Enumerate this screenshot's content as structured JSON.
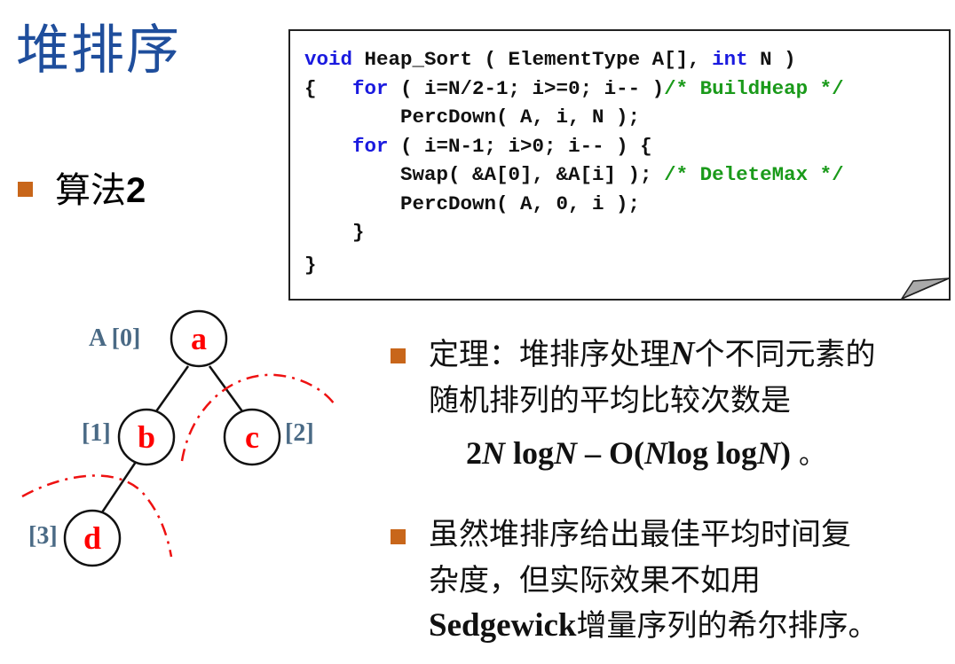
{
  "title": "堆排序",
  "algorithm_label": "算法",
  "algorithm_number": "2",
  "code": {
    "l1": [
      "void",
      " Heap_Sort ( ElementType A[], ",
      "int",
      " N )"
    ],
    "l2": [
      "{   ",
      "for",
      " ( i=N/2-1; i>=0; i-- )",
      "/* BuildHeap */"
    ],
    "l3": "        PercDown( A, i, N );",
    "l4": [
      "    ",
      "for",
      " ( i=N-1; i>0; i-- ) {"
    ],
    "l5": [
      "        Swap( &A[0], &A[i] ); ",
      "/* DeleteMax */"
    ],
    "l6": "        PercDown( A, 0, i );",
    "l7": "    }",
    "l8": "}"
  },
  "tree": {
    "nodes": [
      "a",
      "b",
      "c",
      "d"
    ],
    "indices": [
      "A [0]",
      "[1]",
      "[2]",
      "[3]"
    ]
  },
  "theorem": {
    "line1_a": "定理：堆排序处理",
    "line1_n": "N",
    "line1_b": "个不同元素的",
    "line2": "随机排列的平均比较次数是",
    "formula": {
      "p1": "2",
      "p2": "N",
      "p3": " log",
      "p4": "N",
      "p5": " – O(",
      "p6": "N",
      "p7": "log log",
      "p8": "N",
      "p9": ") ",
      "p10": "。"
    }
  },
  "note": {
    "line1": "虽然堆排序给出最佳平均时间复",
    "line2": "杂度，但实际效果不如用",
    "line3_a": "Sedgewick",
    "line3_b": "增量序列的希尔排序。"
  },
  "colors": {
    "title": "#1f4e9c",
    "bullet": "#c8661a",
    "keyword": "#1a1adf",
    "comment": "#1a9a1a",
    "node_label": "#ff0000",
    "index_label": "#4a6a85"
  }
}
